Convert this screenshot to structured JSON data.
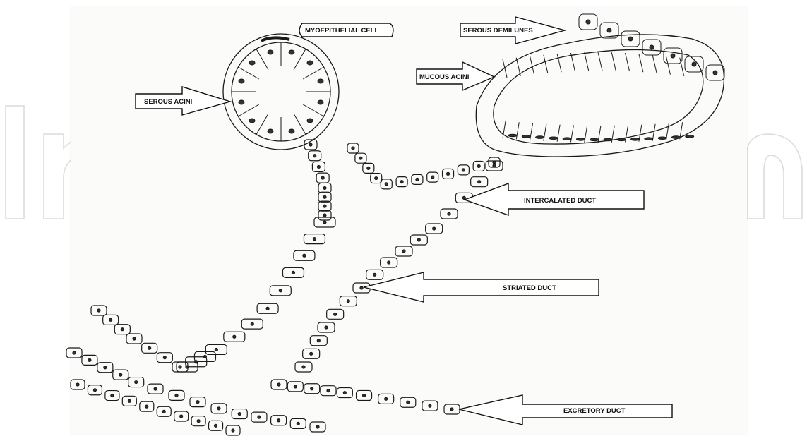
{
  "colors": {
    "ink": "#1a1a1a",
    "paper": "#fbfbf9",
    "background": "#ffffff",
    "watermark": "#dcdcdc"
  },
  "labels": {
    "myoepithelial_cell": "MYOEPITHELIAL CELL",
    "serous_demilunes": "SEROUS DEMILUNES",
    "mucous_acini": "MUCOUS ACINI",
    "serous_acini": "SEROUS ACINI",
    "intercalated_duct": "INTERCALATED DUCT",
    "striated_duct": "STRIATED DUCT",
    "excretory_duct": "EXCRETORY DUCT"
  }
}
